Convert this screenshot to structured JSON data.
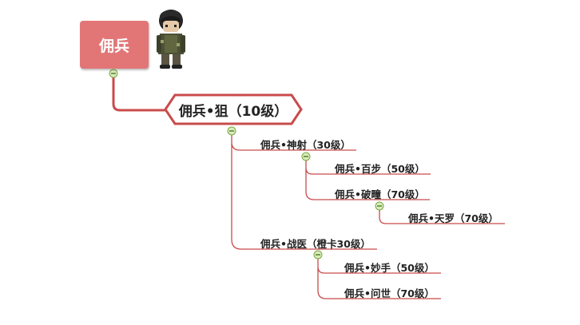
{
  "root": {
    "label": "佣兵",
    "avatar_icon": "mercenary-character-sprite"
  },
  "central": {
    "label": "佣兵•狙（10级）"
  },
  "branches": [
    {
      "label": "佣兵•神射（30级）",
      "children": [
        {
          "label": "佣兵•百步（50级）"
        },
        {
          "label": "佣兵•破疃（70级）",
          "children": [
            {
              "label": "佣兵•天罗（70级）"
            }
          ]
        }
      ]
    },
    {
      "label": "佣兵•战医（橙卡30级）",
      "children": [
        {
          "label": "佣兵•妙手（50级）"
        },
        {
          "label": "佣兵•问世（70级）"
        }
      ]
    }
  ],
  "colors": {
    "root_fill": "#e27676",
    "line": "#c94b4b",
    "collapse_fill": "#d8ebc0",
    "collapse_stroke": "#7aa83c"
  }
}
